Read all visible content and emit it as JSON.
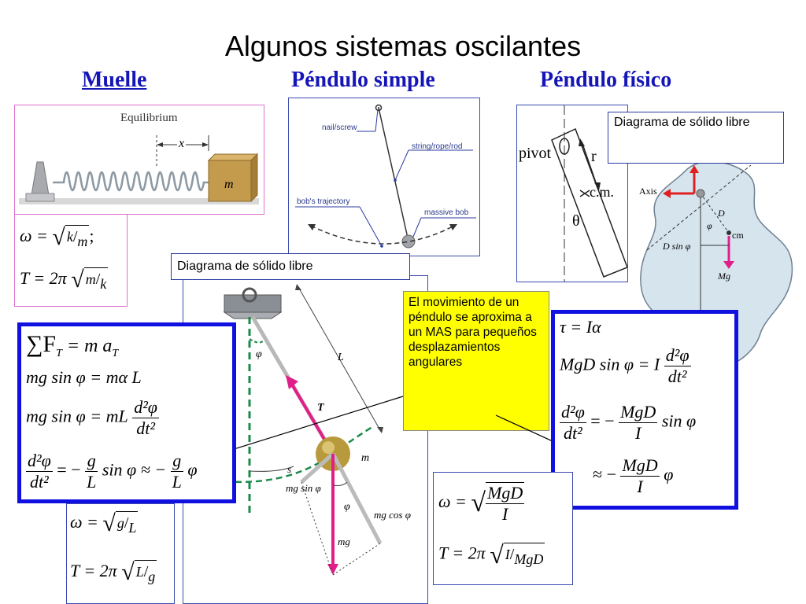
{
  "title": "Algunos sistemas oscilantes",
  "headers": {
    "spring": "Muelle",
    "simple": "Péndulo simple",
    "physical": "Péndulo físico"
  },
  "spring_figure": {
    "equilibrium": "Equilibrium",
    "x": "x",
    "m": "m"
  },
  "spring_formulas": {
    "omega_lhs": "ω =",
    "k": "k",
    "m": "m",
    "sep": ";",
    "T_lhs": "T = 2π"
  },
  "simple_figure": {
    "nail": "nail/screw",
    "string": "string/rope/rod",
    "trajectory": "bob's trajectory",
    "bob": "massive bob"
  },
  "physical_figure": {
    "pivot": "pivot",
    "r": "r",
    "cm": "c.m.",
    "theta": "θ",
    "fbd_label": "Diagrama de sólido libre",
    "axis": "Axis",
    "D": "D",
    "phi": "φ",
    "cm2": "cm",
    "dsin": "D sin φ",
    "mg": "Mg"
  },
  "fbd_simple_label": "Diagrama de sólido libre",
  "diagram_labels": {
    "phi": "φ",
    "L": "L",
    "T": "T",
    "m": "m",
    "s": "s",
    "mg_sin": "mg sin φ",
    "mg_cos": "mg cos φ",
    "mg": "mg"
  },
  "note": "El movimiento de un péndulo se aproxima a un MAS para pequeños desplazamientos angulares",
  "simple_eqs": {
    "l1": "∑F",
    "l1_sub": "T",
    "l1_rhs": "= m a",
    "l1_rhs_sub": "T",
    "l2": "mg sin φ = mα L",
    "l3_lhs": "mg sin φ = mL",
    "l3_num": "d²φ",
    "l3_den": "dt²",
    "l4_num": "d²φ",
    "l4_den": "dt²",
    "l4_mid": "= −",
    "g": "g",
    "L": "L",
    "l4_sin": "sin φ ≈ −",
    "l4_phi": "φ"
  },
  "simple_result": {
    "omega_lhs": "ω =",
    "g": "g",
    "L": "L",
    "T_lhs": "T = 2π"
  },
  "physical_eqs": {
    "l1": "τ = Iα",
    "l2_lhs": "MgD sin φ = I",
    "num": "d²φ",
    "den": "dt²",
    "l3_mid": "= −",
    "MgD": "MgD",
    "I": "I",
    "l3_end": "sin φ",
    "l4_lhs": "≈ −",
    "l4_end": "φ"
  },
  "physical_result": {
    "omega_lhs": "ω =",
    "MgD": "MgD",
    "I": "I",
    "T_lhs": "T = 2π"
  }
}
